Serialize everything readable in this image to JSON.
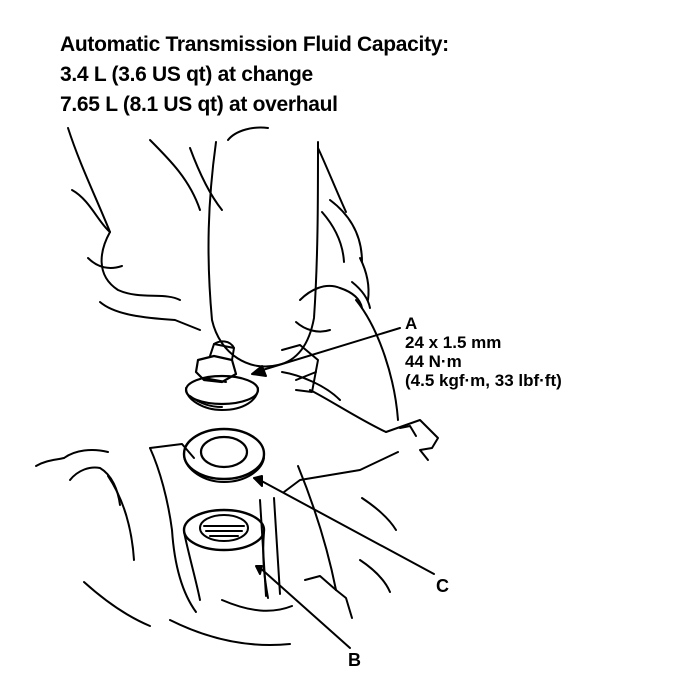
{
  "heading": {
    "line1": "Automatic Transmission Fluid Capacity:",
    "line2": "3.4 L (3.6 US qt) at change",
    "line3": "7.65 L (8.1 US qt) at overhaul"
  },
  "callouts": {
    "a": {
      "letter": "A",
      "size": "24 x 1.5 mm",
      "torque": "44 N·m",
      "torque_alt": "(4.5 kgf·m, 33 lbf·ft)"
    },
    "b": {
      "letter": "B"
    },
    "c": {
      "letter": "C"
    }
  }
}
